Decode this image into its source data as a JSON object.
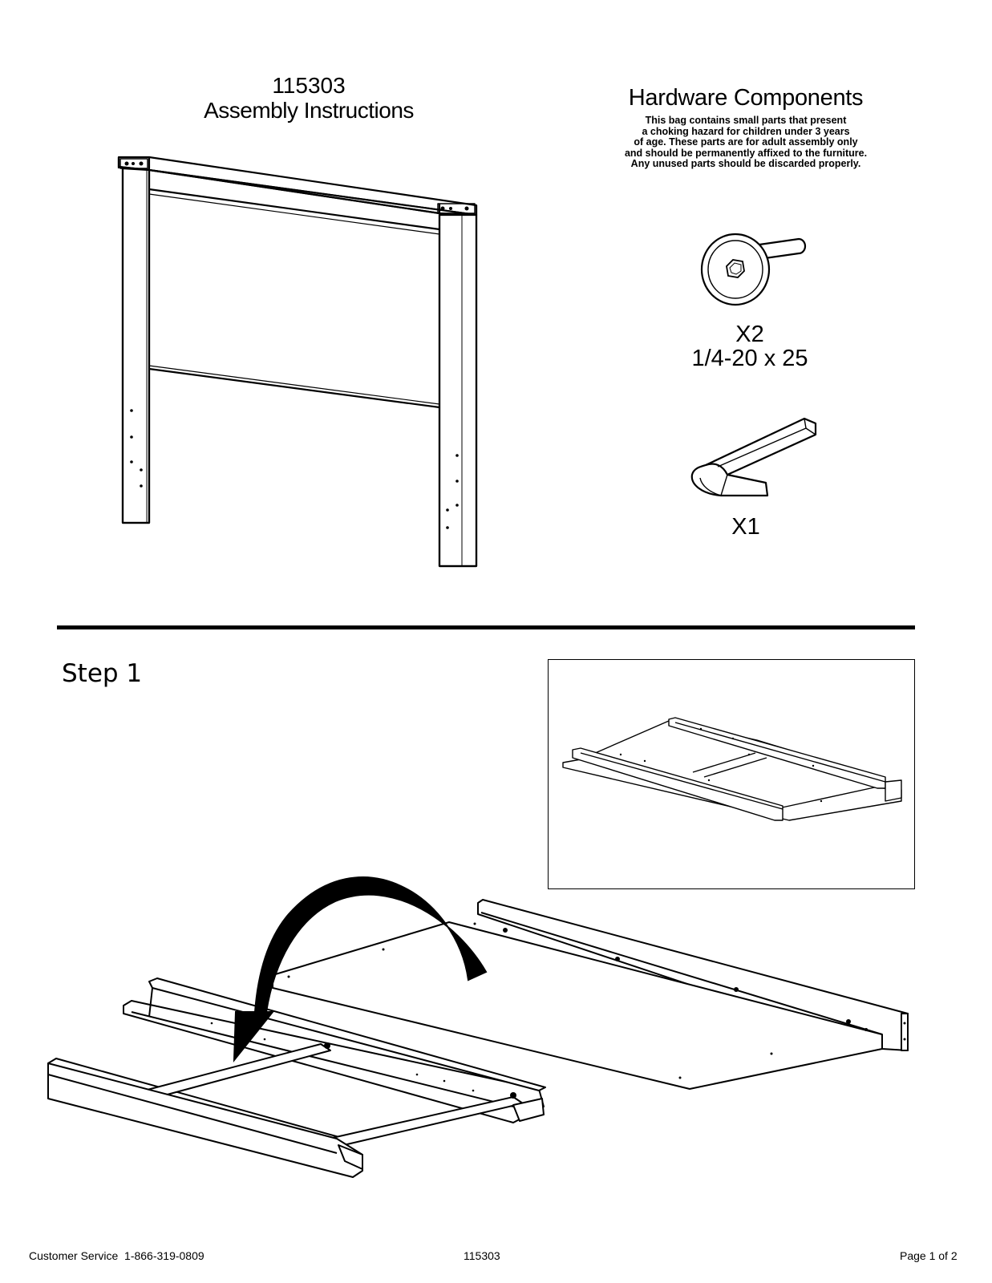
{
  "header": {
    "product_number": "115303",
    "title": "Assembly Instructions"
  },
  "hardware": {
    "title": "Hardware Components",
    "warning_lines": [
      "This bag contains small parts that present",
      "a choking hazard for children under 3 years",
      "of age. These parts are for adult assembly only",
      "and should be permanently affixed to the furniture.",
      "Any unused parts should be discarded properly."
    ],
    "bolt": {
      "icon": "hex-bolt-icon",
      "quantity": "X2",
      "size": "1/4-20 x 25"
    },
    "allen_key": {
      "icon": "allen-key-icon",
      "quantity": "X1"
    }
  },
  "step": {
    "label": "Step 1"
  },
  "footer": {
    "customer_service": "Customer Service  1-866-319-0809",
    "product_number": "115303",
    "page": "Page 1 of 2"
  }
}
